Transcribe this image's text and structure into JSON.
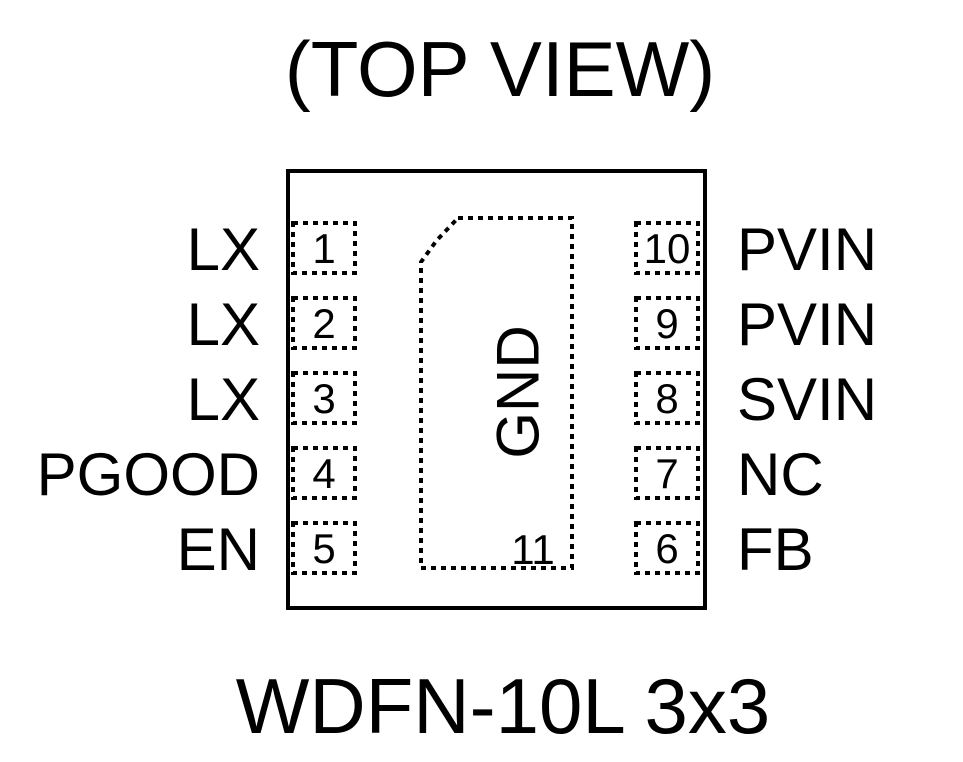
{
  "title": "(TOP VIEW)",
  "package": "WDFN-10L  3x3",
  "left_pins": [
    {
      "number": "1",
      "name": "LX"
    },
    {
      "number": "2",
      "name": "LX"
    },
    {
      "number": "3",
      "name": "LX"
    },
    {
      "number": "4",
      "name": "PGOOD"
    },
    {
      "number": "5",
      "name": "EN"
    }
  ],
  "right_pins": [
    {
      "number": "10",
      "name": "PVIN"
    },
    {
      "number": "9",
      "name": "PVIN"
    },
    {
      "number": "8",
      "name": "SVIN"
    },
    {
      "number": "7",
      "name": "NC"
    },
    {
      "number": "6",
      "name": "FB"
    }
  ],
  "exposed_pad": {
    "name": "GND",
    "number": "11"
  },
  "colors": {
    "ink": "#000000",
    "background": "#ffffff"
  }
}
